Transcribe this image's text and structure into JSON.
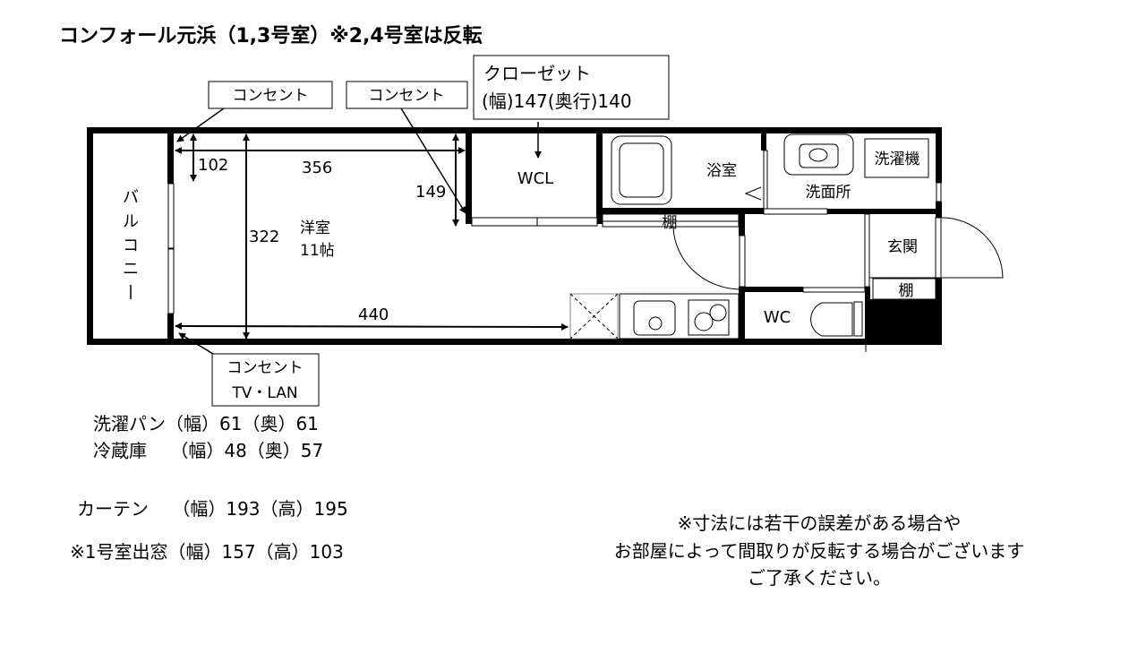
{
  "title": "コンフォール元浜（1,3号室）※2,4号室は反転",
  "callouts": {
    "outlet_1": "コンセント",
    "outlet_2": "コンセント",
    "closet_line1": "クローゼット",
    "closet_line2": "(幅)147(奥行)140",
    "outlet_bottom_line1": "コンセント",
    "outlet_bottom_line2": "TV・LAN"
  },
  "rooms": {
    "balcony": [
      "バ",
      "ル",
      "コ",
      "ニ",
      "ー"
    ],
    "western_room": "洋室",
    "western_room_size": "11帖",
    "wcl": "WCL",
    "bathroom": "浴室",
    "washroom": "洗面所",
    "washing_machine": "洗濯機",
    "shelf_1": "棚",
    "entrance": "玄関",
    "shelf_2": "棚",
    "wc": "WC"
  },
  "dimensions": {
    "d102": "102",
    "d356": "356",
    "d149": "149",
    "d322": "322",
    "d440": "440"
  },
  "specs": {
    "washpan": "洗濯パン（幅）61（奥）61",
    "fridge": "冷蔵庫　 （幅）48（奥）57",
    "curtain": "カーテン　 （幅）193（高）195",
    "window": "※1号室出窓（幅）157（高）103"
  },
  "disclaimer": {
    "line1": "※寸法には若干の誤差がある場合や",
    "line2": "お部屋によって間取りが反転する場合がございます",
    "line3": "ご了承ください。"
  }
}
